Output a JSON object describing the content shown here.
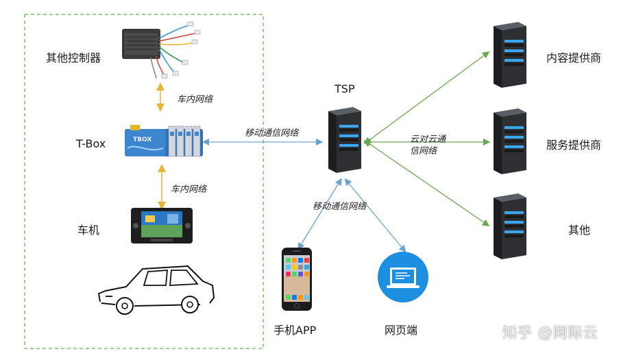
{
  "nodes": {
    "other_controller": "其他控制器",
    "tbox": "T-Box",
    "head_unit": "车机",
    "tsp": "TSP",
    "content_provider": "内容提供商",
    "service_provider": "服务提供商",
    "others": "其他",
    "mobile_app": "手机APP",
    "web_portal": "网页端"
  },
  "edges": {
    "in_vehicle_top": "车内网络",
    "in_vehicle_bottom": "车内网络",
    "mobile_net_tbox": "移动通信网络",
    "mobile_net_bottom": "移动通信网络",
    "cloud_line1": "云对云通",
    "cloud_line2": "信网络"
  },
  "device_text": {
    "tbox_brand": "TBOX"
  },
  "watermark": "知乎 @网际云",
  "colors": {
    "vehicle_border": "#7cc16a",
    "in_vehicle_arrow": "#e7b53a",
    "mobile_arrow": "#6aa3d3",
    "cloud_arrow": "#6aa84f",
    "server_dark": "#2d2f33",
    "server_led": "#3aa6f0",
    "web_circle": "#1d8fe0"
  },
  "icons": {
    "controller": "controller-board-icon",
    "tbox": "tbox-device-icon",
    "head_unit": "head-unit-icon",
    "car": "car-sketch-icon",
    "server": "server-tower-icon",
    "phone": "smartphone-icon",
    "web": "web-browser-icon"
  }
}
